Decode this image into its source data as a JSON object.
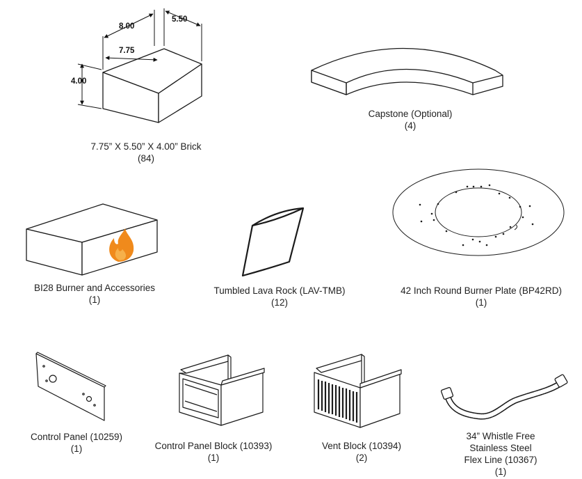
{
  "brick": {
    "dim_length": "8.00",
    "dim_width": "5.50",
    "dim_inner": "7.75",
    "dim_height": "4.00",
    "name": "7.75” X 5.50” X 4.00” Brick",
    "qty": "(84)"
  },
  "capstone": {
    "name": "Capstone (Optional)",
    "qty": "(4)"
  },
  "burner": {
    "name": "BI28 Burner and Accessories",
    "qty": "(1)"
  },
  "lava_rock": {
    "name": "Tumbled Lava Rock (LAV-TMB)",
    "qty": "(12)"
  },
  "burner_plate": {
    "name": "42 Inch Round Burner Plate (BP42RD)",
    "qty": "(1)"
  },
  "control_panel": {
    "name": "Control Panel (10259)",
    "qty": "(1)"
  },
  "control_panel_block": {
    "name": "Control Panel Block (10393)",
    "qty": "(1)"
  },
  "vent_block": {
    "name": "Vent Block (10394)",
    "qty": "(2)"
  },
  "flex_line": {
    "line1": "34” Whistle Free",
    "line2": "Stainless Steel",
    "line3": "Flex Line (10367)",
    "qty": "(1)"
  },
  "colors": {
    "flame_outer": "#f08a1c",
    "flame_inner": "#f6b04a",
    "stroke": "#1a1a1a"
  },
  "icons": [
    "brick-drawing",
    "capstone-drawing",
    "burner-box-drawing",
    "flame-icon",
    "lava-rock-drawing",
    "burner-plate-drawing",
    "control-panel-drawing",
    "control-panel-block-drawing",
    "vent-block-drawing",
    "flex-line-drawing"
  ]
}
